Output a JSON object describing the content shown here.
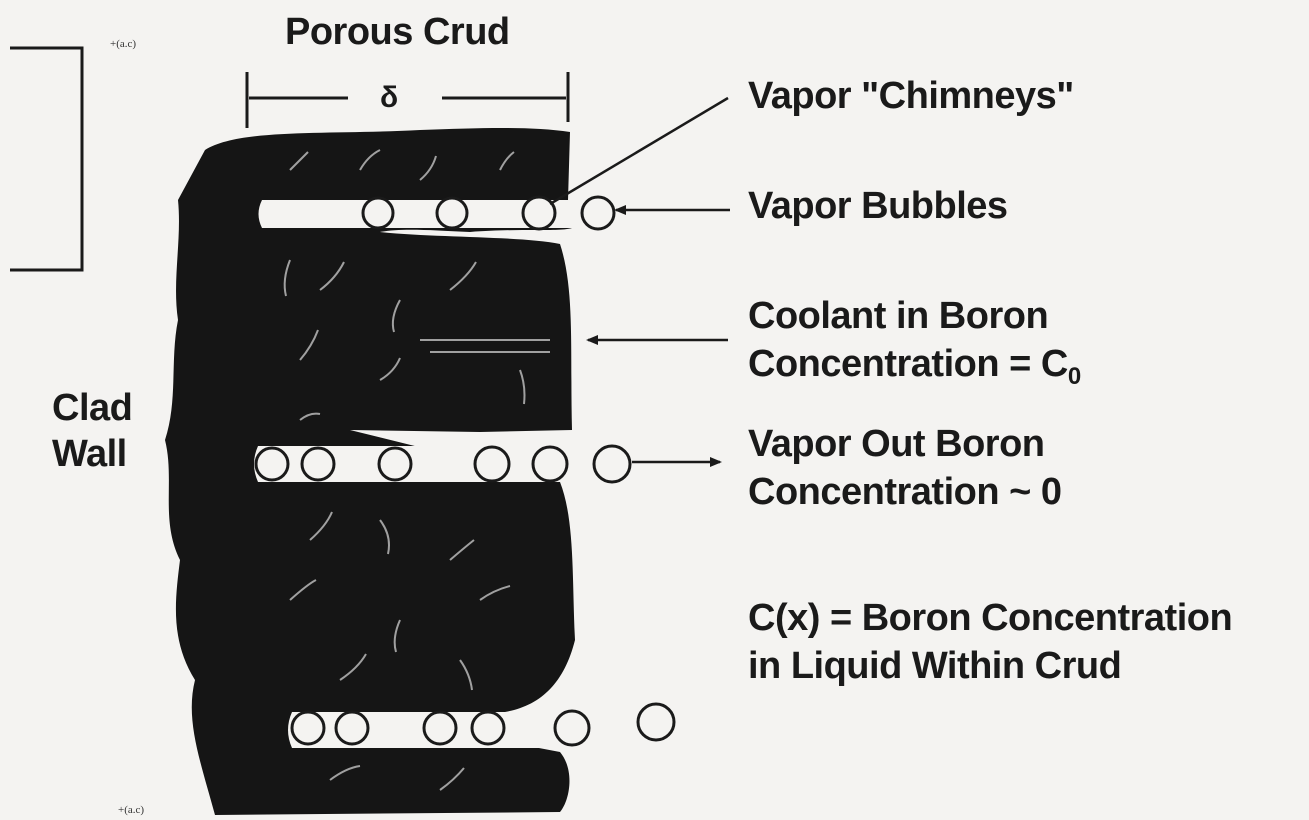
{
  "labels": {
    "porous_crud": "Porous Crud",
    "delta": "δ",
    "ac_top": "+(a.c)",
    "ac_bottom": "+(a.c)",
    "vapor_chimneys": "Vapor \"Chimneys\"",
    "vapor_bubbles": "Vapor Bubbles",
    "coolant_line1": "Coolant in Boron",
    "coolant_line2_prefix": "Concentration = C",
    "coolant_line2_sub": "0",
    "vapor_out_line1": "Vapor Out Boron",
    "vapor_out_line2": "Concentration ~ 0",
    "cx_line1": "C(x) = Boron Concentration",
    "cx_line2": "in Liquid Within Crud",
    "clad_line1": "Clad",
    "clad_line2": "Wall"
  },
  "colors": {
    "background": "#f4f3f1",
    "crud": "#151515",
    "ink": "#1a1a1a",
    "bubble_fill": "#f4f3f1"
  }
}
